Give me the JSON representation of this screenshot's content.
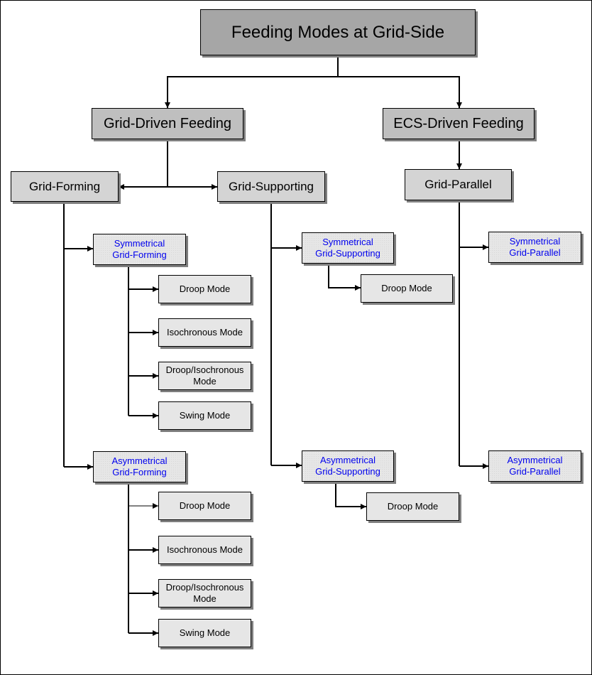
{
  "root": "Feeding Modes at Grid-Side",
  "grid_driven": "Grid-Driven Feeding",
  "ecs_driven": "ECS-Driven Feeding",
  "grid_forming": "Grid-Forming",
  "grid_supporting": "Grid-Supporting",
  "grid_parallel": "Grid-Parallel",
  "sym_forming": "Symmetrical\nGrid-Forming",
  "asym_forming": "Asymmetrical\nGrid-Forming",
  "sym_supporting": "Symmetrical\nGrid-Supporting",
  "asym_supporting": "Asymmetrical\nGrid-Supporting",
  "sym_parallel": "Symmetrical\nGrid-Parallel",
  "asym_parallel": "Asymmetrical\nGrid-Parallel",
  "sym_forming_modes": [
    "Droop Mode",
    "Isochronous Mode",
    "Droop/Isochronous\nMode",
    "Swing Mode"
  ],
  "asym_forming_modes": [
    "Droop Mode",
    "Isochronous Mode",
    "Droop/Isochronous\nMode",
    "Swing Mode"
  ],
  "sym_supporting_modes": [
    "Droop Mode"
  ],
  "asym_supporting_modes": [
    "Droop Mode"
  ]
}
